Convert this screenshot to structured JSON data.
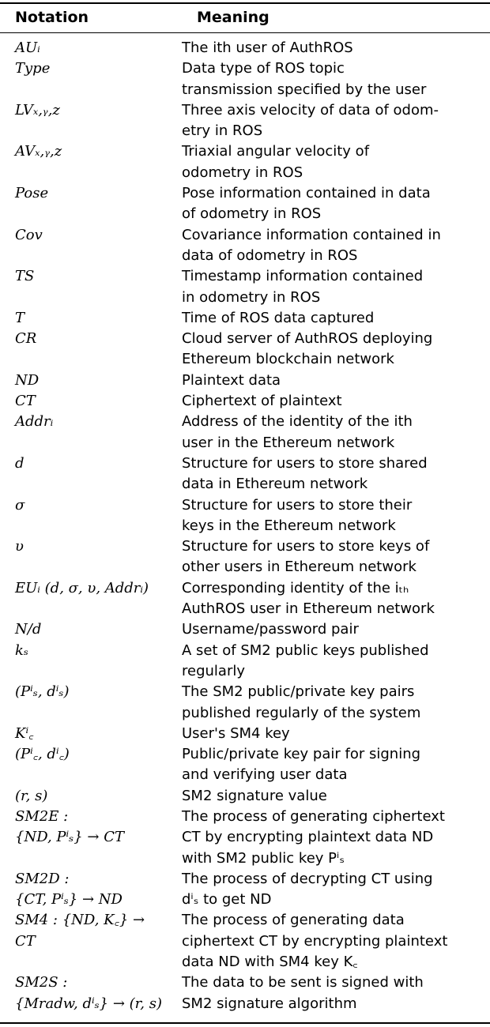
{
  "table": {
    "headers": {
      "notation": "Notation",
      "meaning": "Meaning"
    },
    "rows": [
      {
        "notation": "AUᵢ",
        "meaning": "The ith user of AuthROS"
      },
      {
        "notation": "Type",
        "meaning": "Data type of ROS topic\ntransmission specified by the user"
      },
      {
        "notation": "LVₓ,ᵧ,z",
        "meaning": "Three axis velocity of data of odom-\netry in ROS"
      },
      {
        "notation": "AVₓ,ᵧ,z",
        "meaning": "Triaxial angular velocity of\nodometry in ROS"
      },
      {
        "notation": "Pose",
        "meaning": "Pose information contained in data\nof odometry in ROS"
      },
      {
        "notation": "Cov",
        "meaning": "Covariance information contained in\ndata of odometry in ROS"
      },
      {
        "notation": "TS",
        "meaning": "Timestamp information contained\nin odometry in ROS"
      },
      {
        "notation": "T",
        "meaning": "Time of ROS data captured"
      },
      {
        "notation": "CR",
        "meaning": "Cloud server of AuthROS deploying\nEthereum blockchain network"
      },
      {
        "notation": "ND",
        "meaning": "Plaintext data"
      },
      {
        "notation": "CT",
        "meaning": "Ciphertext of plaintext"
      },
      {
        "notation": "Addrᵢ",
        "meaning": "Address of the identity of the ith\nuser in the Ethereum network"
      },
      {
        "notation": "d",
        "meaning": "Structure for users to store shared\ndata in Ethereum network"
      },
      {
        "notation": "σ",
        "meaning": "Structure for users to store their\nkeys in the Ethereum network"
      },
      {
        "notation": "υ",
        "meaning": "Structure for users to store keys of\nother users in Ethereum network"
      },
      {
        "notation": "EUᵢ (d, σ, υ, Addrᵢ)",
        "meaning": "Corresponding identity of the iₜₕ\nAuthROS user in Ethereum network"
      },
      {
        "notation": "N/d",
        "meaning": "Username/password pair"
      },
      {
        "notation": "kₛ",
        "meaning": "A set of SM2 public keys published\nregularly"
      },
      {
        "notation": "(Pⁱₛ, dⁱₛ)",
        "meaning": "The SM2 public/private key pairs\npublished regularly of the system"
      },
      {
        "notation": "Kⁱ꜀",
        "meaning": "User's SM4 key"
      },
      {
        "notation": "(Pⁱ꜀, dⁱ꜀)",
        "meaning": "Public/private key pair for signing\nand verifying user data"
      },
      {
        "notation": "(r, s)",
        "meaning": "SM2 signature value"
      },
      {
        "notation": "SM2E :\n{ND, Pⁱₛ} → CT",
        "meaning": "The process of generating ciphertext\nCT by encrypting plaintext data ND\nwith SM2 public key Pⁱₛ"
      },
      {
        "notation": "SM2D :\n{CT, Pⁱₛ} → ND",
        "meaning": "The process of decrypting CT using\ndⁱₛ to get ND"
      },
      {
        "notation": "SM4 : {ND, K꜀} →\nCT",
        "meaning": "The process of generating data\nciphertext CT by encrypting plaintext\ndata ND with SM4 key K꜀"
      },
      {
        "notation": "SM2S :\n{Mradw, dⁱₛ} → (r, s)",
        "meaning": "The data to be sent is signed with\nSM2 signature algorithm"
      }
    ]
  }
}
